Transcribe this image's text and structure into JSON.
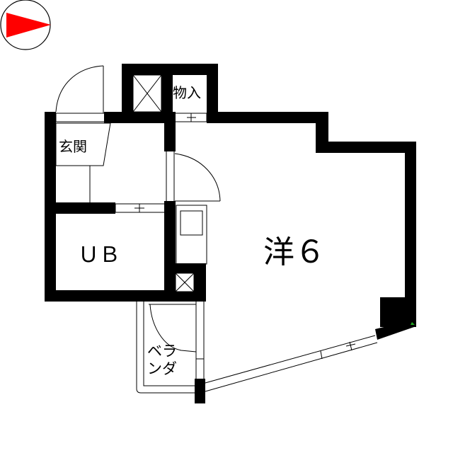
{
  "compass": {
    "icon": "north-arrow-icon",
    "arrow_color": "#ff0000",
    "direction": "east"
  },
  "rooms": {
    "entrance": {
      "label": "玄関"
    },
    "storage": {
      "label": "物入"
    },
    "bath": {
      "label": "ＵＢ"
    },
    "western_room": {
      "label": "洋６"
    },
    "balcony": {
      "label_line1": "ベラ",
      "label_line2": "ンダ"
    }
  },
  "colors": {
    "wall": "#000000",
    "background": "#ffffff",
    "compass_arrow": "#ff0000",
    "marker": "#22aa22"
  }
}
